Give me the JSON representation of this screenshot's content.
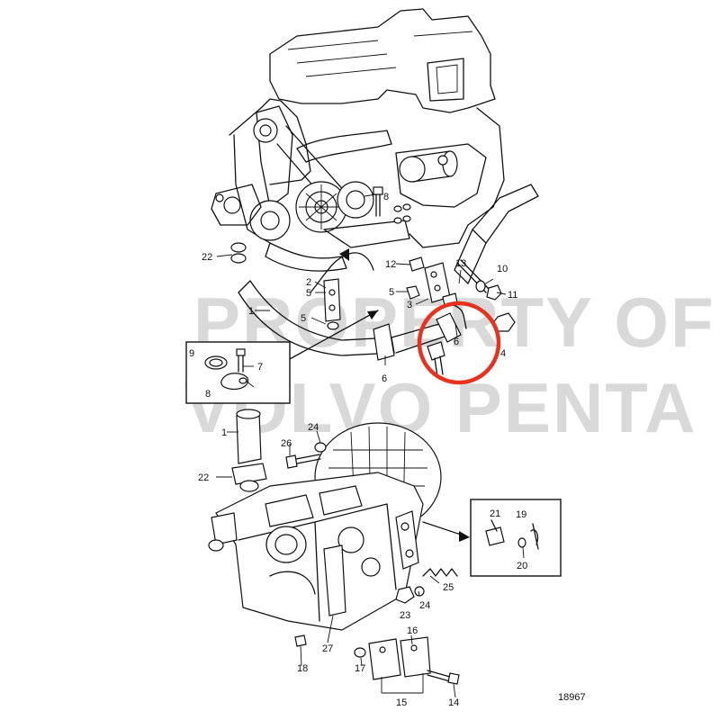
{
  "watermark": {
    "line1": "PROPERTY OF",
    "line2": "VOLVO PENTA"
  },
  "drawing_number": "18967",
  "highlight_color": "#e8321e",
  "callouts": [
    {
      "id": "c1a",
      "label": "1"
    },
    {
      "id": "c1b",
      "label": "1"
    },
    {
      "id": "c2",
      "label": "2"
    },
    {
      "id": "c3",
      "label": "3"
    },
    {
      "id": "c4",
      "label": "4"
    },
    {
      "id": "c5a",
      "label": "5"
    },
    {
      "id": "c5b",
      "label": "5"
    },
    {
      "id": "c6a",
      "label": "6"
    },
    {
      "id": "c6b",
      "label": "6"
    },
    {
      "id": "c7",
      "label": "7"
    },
    {
      "id": "c8a",
      "label": "8"
    },
    {
      "id": "c8b",
      "label": "8"
    },
    {
      "id": "c9",
      "label": "9"
    },
    {
      "id": "c10",
      "label": "10"
    },
    {
      "id": "c11",
      "label": "11"
    },
    {
      "id": "c12",
      "label": "12"
    },
    {
      "id": "c13",
      "label": "13"
    },
    {
      "id": "c14",
      "label": "14"
    },
    {
      "id": "c15",
      "label": "15"
    },
    {
      "id": "c16",
      "label": "16"
    },
    {
      "id": "c17",
      "label": "17"
    },
    {
      "id": "c18",
      "label": "18"
    },
    {
      "id": "c19",
      "label": "19"
    },
    {
      "id": "c20",
      "label": "20"
    },
    {
      "id": "c21",
      "label": "21"
    },
    {
      "id": "c22a",
      "label": "22"
    },
    {
      "id": "c22b",
      "label": "22"
    },
    {
      "id": "c23",
      "label": "23"
    },
    {
      "id": "c24a",
      "label": "24"
    },
    {
      "id": "c24b",
      "label": "24"
    },
    {
      "id": "c25",
      "label": "25"
    },
    {
      "id": "c26",
      "label": "26"
    },
    {
      "id": "c27",
      "label": "27"
    }
  ]
}
